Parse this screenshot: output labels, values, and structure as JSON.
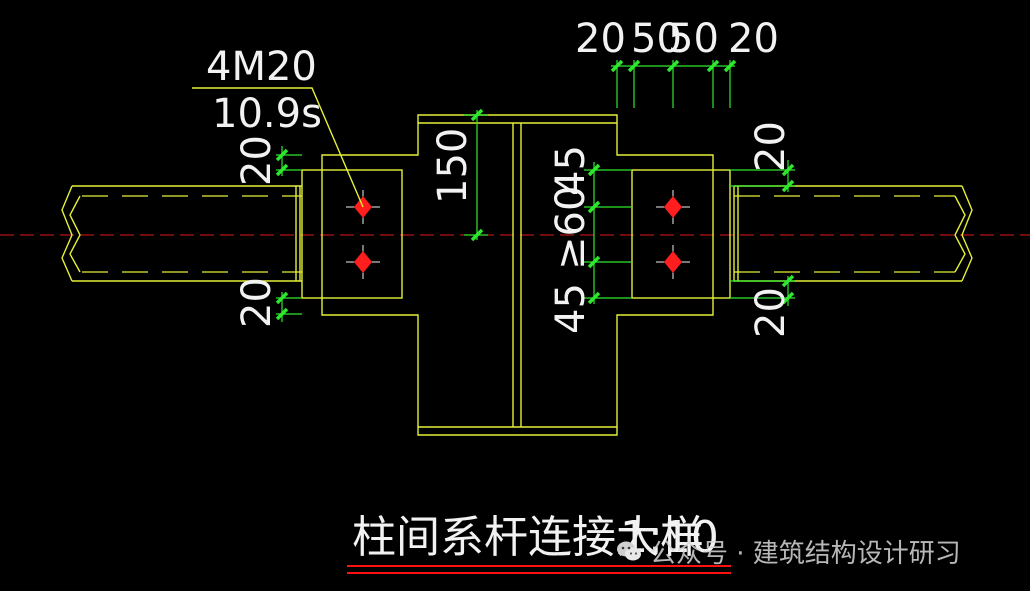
{
  "drawing": {
    "bolt_callout": {
      "spec": "4M20",
      "grade": "10.9s"
    },
    "dims": {
      "top_group": [
        "20",
        "50",
        "50",
        "20"
      ],
      "left_edge_top": "20",
      "left_edge_bottom": "20",
      "right_edge_top": "20",
      "right_edge_bottom": "20",
      "plate_height": "150",
      "bolt_edge_top": "45",
      "bolt_spacing": "≥60",
      "bolt_edge_bottom": "45"
    },
    "title": "柱间系杆连接大样",
    "scale": "1:10",
    "colors": {
      "geometry": "#e5f038",
      "dimension": "#2ee82e",
      "bolt": "#ff1e1e",
      "centerline": "#e01818",
      "background": "#000000"
    }
  },
  "watermark": {
    "icon": "wechat-icon",
    "text": "公众号 · 建筑结构设计研习"
  }
}
